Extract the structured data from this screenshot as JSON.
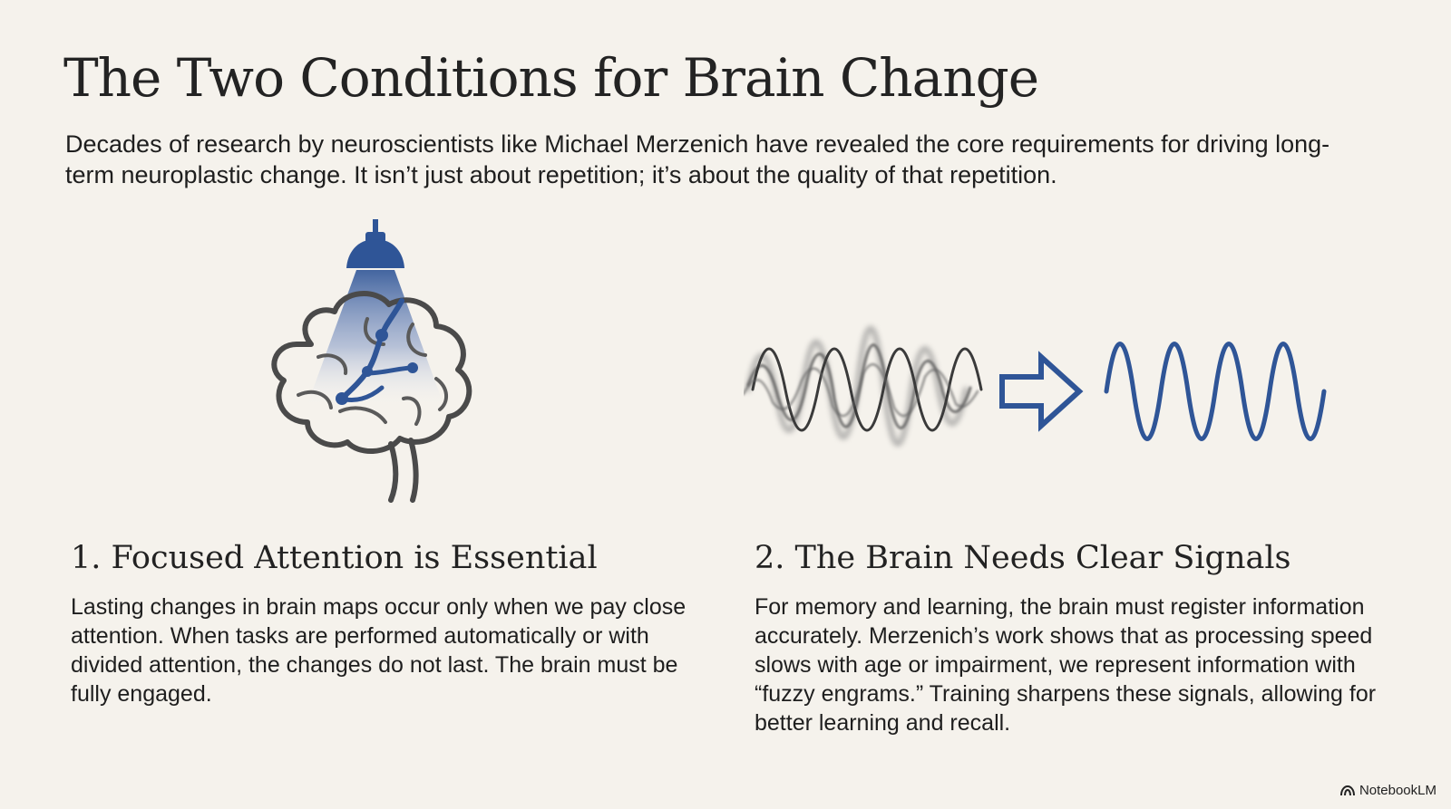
{
  "header": {
    "title": "The Two Conditions for Brain Change",
    "subtitle": "Decades of research by neuroscientists like Michael Merzenich have revealed the core requirements for driving long-term neuroplastic change. It isn’t just about repetition; it’s about the quality of that repetition."
  },
  "sections": [
    {
      "heading": "1. Focused Attention is Essential",
      "body": "Lasting changes in brain maps occur only when we pay close attention. When tasks are performed automatically or with divided attention, the changes do not last. The brain must be fully engaged.",
      "illustration": "brain-spotlight-icon"
    },
    {
      "heading": "2. The Brain Needs Clear Signals",
      "body": "For memory and learning, the brain must register information accurately. Merzenich’s work shows that as processing speed slows with age or impairment, we represent information with “fuzzy engrams.” Training sharpens these signals, allowing for better learning and recall.",
      "illustration": "noisy-to-clear-signal-icon"
    }
  ],
  "footer": {
    "brand": "NotebookLM",
    "brand_icon": "notebooklm-logo-icon"
  },
  "colors": {
    "background": "#f5f2ec",
    "accent": "#2f5597",
    "outline": "#4a4a4a"
  }
}
